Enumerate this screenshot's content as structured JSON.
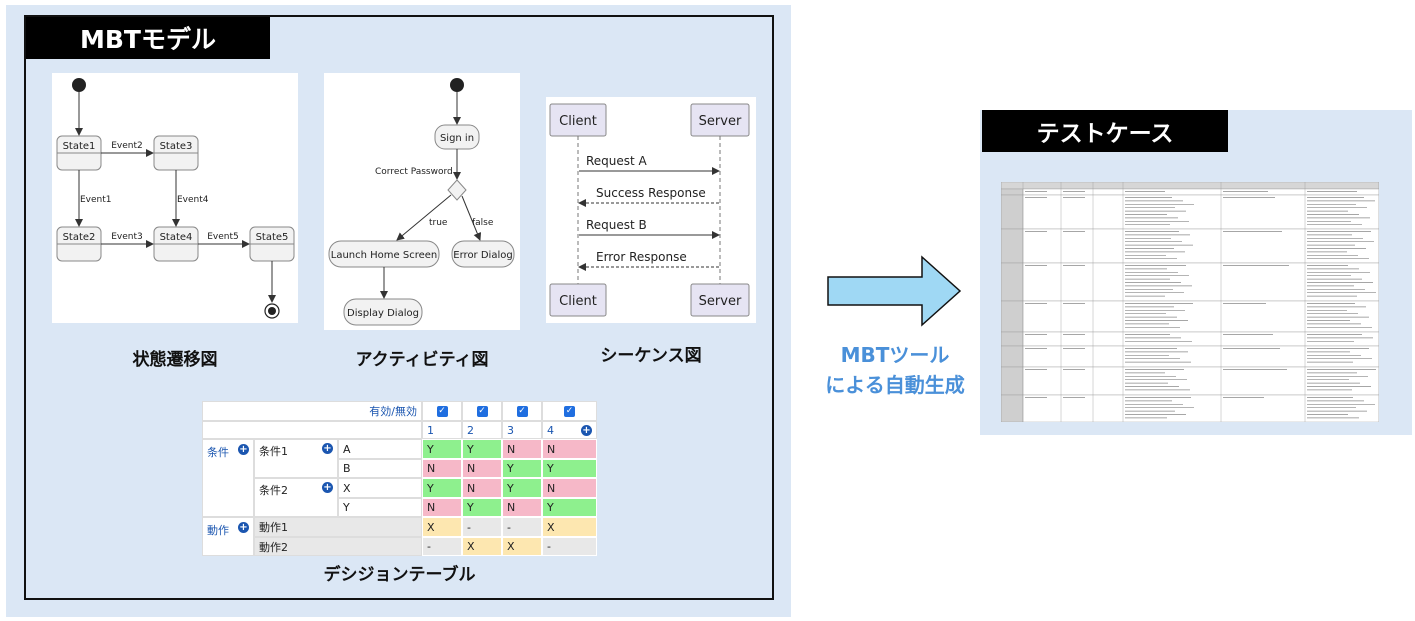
{
  "left_panel": {
    "title": "MBTモデル",
    "state_diagram": {
      "caption": "状態遷移図",
      "states": [
        "State1",
        "State2",
        "State3",
        "State4",
        "State5"
      ],
      "events": [
        "Event1",
        "Event2",
        "Event3",
        "Event4",
        "Event5"
      ]
    },
    "activity_diagram": {
      "caption": "アクティビティ図",
      "nodes": [
        "Sign in",
        "Launch Home Screen",
        "Error Dialog",
        "Display Dialog"
      ],
      "guard_label": "Correct Password",
      "branch_true": "true",
      "branch_false": "false"
    },
    "sequence_diagram": {
      "caption": "シーケンス図",
      "participants": [
        "Client",
        "Server"
      ],
      "messages": [
        "Request A",
        "Success Response",
        "Request B",
        "Error Response"
      ]
    },
    "decision_table": {
      "caption": "デシジョンテーブル",
      "enabled_label": "有効/無効",
      "columns": [
        "1",
        "2",
        "3",
        "4"
      ],
      "conditions_label": "条件",
      "actions_label": "動作",
      "rows": [
        {
          "group": "条件1",
          "value": "A",
          "cells": [
            "Y",
            "Y",
            "N",
            "N"
          ]
        },
        {
          "group": "",
          "value": "B",
          "cells": [
            "N",
            "N",
            "Y",
            "Y"
          ]
        },
        {
          "group": "条件2",
          "value": "X",
          "cells": [
            "Y",
            "N",
            "Y",
            "N"
          ]
        },
        {
          "group": "",
          "value": "Y",
          "cells": [
            "N",
            "Y",
            "N",
            "Y"
          ]
        },
        {
          "group": "動作1",
          "value": "",
          "cells": [
            "X",
            "-",
            "-",
            "X"
          ]
        },
        {
          "group": "動作2",
          "value": "",
          "cells": [
            "-",
            "X",
            "X",
            "-"
          ]
        }
      ]
    }
  },
  "arrow": {
    "line1": "MBTツール",
    "line2": "による自動生成"
  },
  "right_panel": {
    "title": "テストケース"
  },
  "colors": {
    "panel_bg": "#dbe7f5",
    "arrow_fill": "#9fd8f4",
    "arrow_text": "#4a90d9",
    "yes_cell": "#8ef08e",
    "no_cell": "#f6b8c8",
    "action_cell": "#fde7b0"
  }
}
